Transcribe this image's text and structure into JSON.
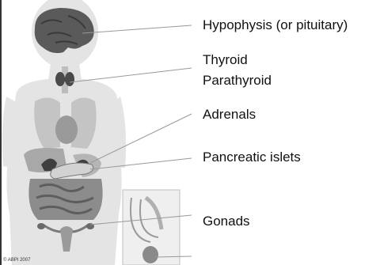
{
  "labels": {
    "hypophysis": "Hypophysis (or pituitary)",
    "thyroid": "Thyroid",
    "parathyroid": "Parathyroid",
    "adrenals": "Adrenals",
    "pancreatic_islets": "Pancreatic islets",
    "gonads": "Gonads"
  },
  "copyright": "© ABPI 2007",
  "colors": {
    "body": "#e4e4e4",
    "organ_dark": "#555555",
    "organ_mid": "#8f8f8f",
    "organ_light": "#c8c8c8",
    "leader_line": "#999999"
  }
}
